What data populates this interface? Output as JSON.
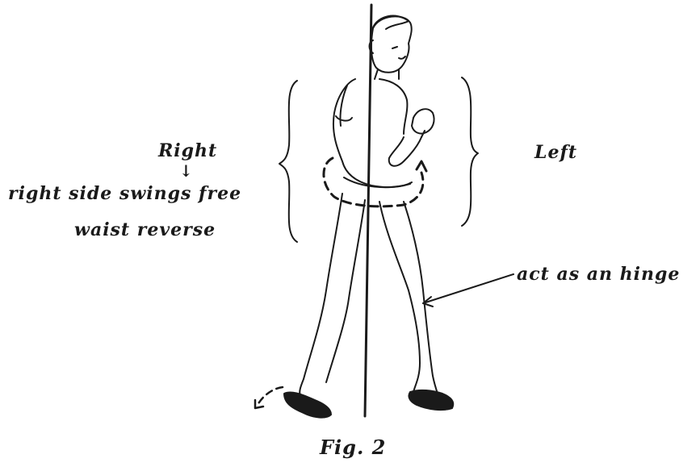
{
  "labels": {
    "right": "Right",
    "right_arrow": "↓",
    "swing": "right side swings free",
    "waist": "waist reverse",
    "left": "Left",
    "hinge": "act as an hinge",
    "caption": "Fig. 2"
  }
}
